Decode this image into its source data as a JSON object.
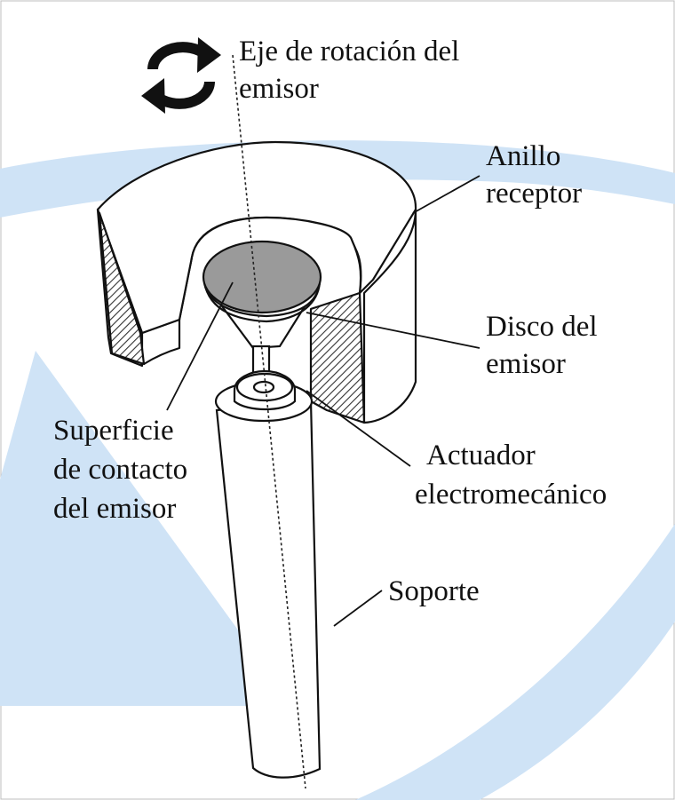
{
  "labels": {
    "axis": {
      "line1": "Eje de rotación del",
      "line2": "emisor"
    },
    "ring": {
      "line1": "Anillo",
      "line2": "receptor"
    },
    "disc": {
      "line1": "Disco del",
      "line2": "emisor"
    },
    "contact": {
      "line1": "Superficie",
      "line2": "de contacto",
      "line3": "del emisor"
    },
    "actuator": {
      "line1": "Actuador",
      "line2": "electromecánico"
    },
    "support": {
      "line1": "Soporte"
    }
  },
  "icons": {
    "rotation": "rotate-arrows-icon"
  },
  "colors": {
    "background": "#ffffff",
    "watermark": "#cfe3f6",
    "line": "#111111",
    "contact_surface": "#9a9a9a",
    "hatch": "#333333"
  }
}
